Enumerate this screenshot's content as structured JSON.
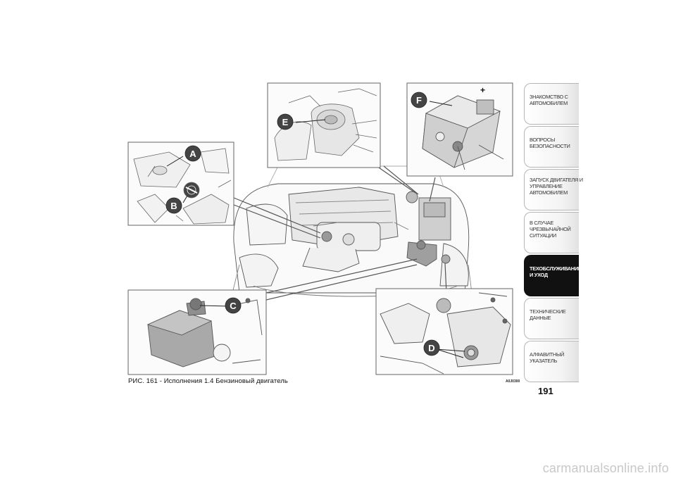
{
  "figure": {
    "caption": "РИС. 161 - Исполнения 1.4 Бензиновый двигатель",
    "code": "A0J0300",
    "callouts": [
      "A",
      "B",
      "C",
      "D",
      "E",
      "F"
    ],
    "battery_plus_symbol": "+"
  },
  "sidebar": {
    "tabs": [
      {
        "line1": "ЗНАКОМСТВО С",
        "line2": "АВТОМОБИЛЕМ",
        "line3": "",
        "active": false
      },
      {
        "line1": "ВОПРОСЫ",
        "line2": "БЕЗОПАСНОСТИ",
        "line3": "",
        "active": false
      },
      {
        "line1": "ЗАПУСК ДВИГАТЕЛЯ И",
        "line2": "УПРАВЛЕНИЕ",
        "line3": "АВТОМОБИЛЕМ",
        "active": false
      },
      {
        "line1": "В СЛУЧАЕ",
        "line2": "ЧРЕЗВЫЧАЙНОЙ",
        "line3": "СИТУАЦИИ",
        "active": false
      },
      {
        "line1": "ТЕХОБСЛУЖИВАНИЕ",
        "line2": "И УХОД",
        "line3": "",
        "active": true
      },
      {
        "line1": "ТЕХНИЧЕСКИЕ",
        "line2": "ДАННЫЕ",
        "line3": "",
        "active": false
      },
      {
        "line1": "АЛФАВИТНЫЙ",
        "line2": "УКАЗАТЕЛЬ",
        "line3": "",
        "active": false
      }
    ]
  },
  "page_number": "191",
  "watermark": "carmanualsonline.info"
}
